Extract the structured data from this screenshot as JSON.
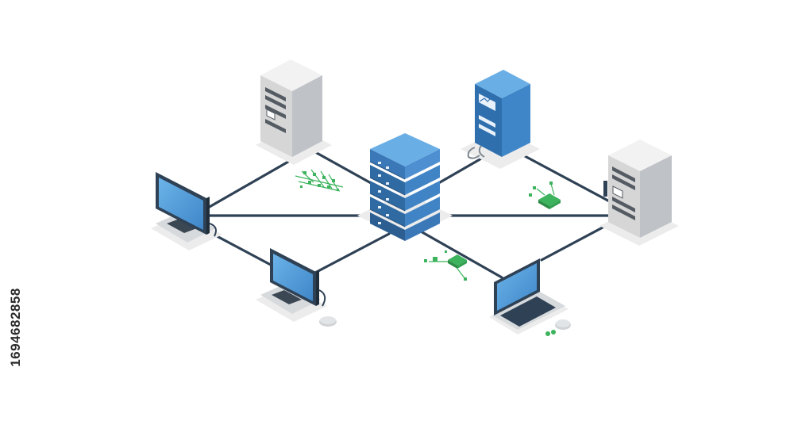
{
  "image_id_watermark": "1694682858",
  "colors": {
    "background": "#ffffff",
    "link_line": "#2f4155",
    "server_blue": "#4d8fd0",
    "server_gray": "#e3e3e3",
    "screen_blue": "#5aa3dd",
    "chip_green": "#3cb35c"
  },
  "nodes": [
    {
      "id": "central-server",
      "icon": "server-stack-icon"
    },
    {
      "id": "tower-gray-top-left",
      "icon": "server-tower-icon"
    },
    {
      "id": "tower-blue-top-right",
      "icon": "server-tower-icon"
    },
    {
      "id": "tower-gray-right",
      "icon": "server-tower-icon"
    },
    {
      "id": "desktop-left",
      "icon": "desktop-computer-icon"
    },
    {
      "id": "desktop-bottom-left",
      "icon": "desktop-computer-icon"
    },
    {
      "id": "laptop-bottom-right",
      "icon": "laptop-icon"
    }
  ],
  "links": [
    [
      "desktop-left",
      "tower-gray-top-left"
    ],
    [
      "desktop-left",
      "tower-gray-right"
    ],
    [
      "desktop-left",
      "desktop-bottom-left"
    ],
    [
      "tower-gray-top-left",
      "central-server"
    ],
    [
      "tower-blue-top-right",
      "central-server"
    ],
    [
      "tower-blue-top-right",
      "tower-gray-right"
    ],
    [
      "central-server",
      "desktop-bottom-left"
    ],
    [
      "central-server",
      "laptop-bottom-right"
    ],
    [
      "tower-gray-right",
      "laptop-bottom-right"
    ]
  ],
  "decorations": [
    "circuit-chip-icon",
    "circuit-chip-icon",
    "circuit-chip-icon"
  ]
}
